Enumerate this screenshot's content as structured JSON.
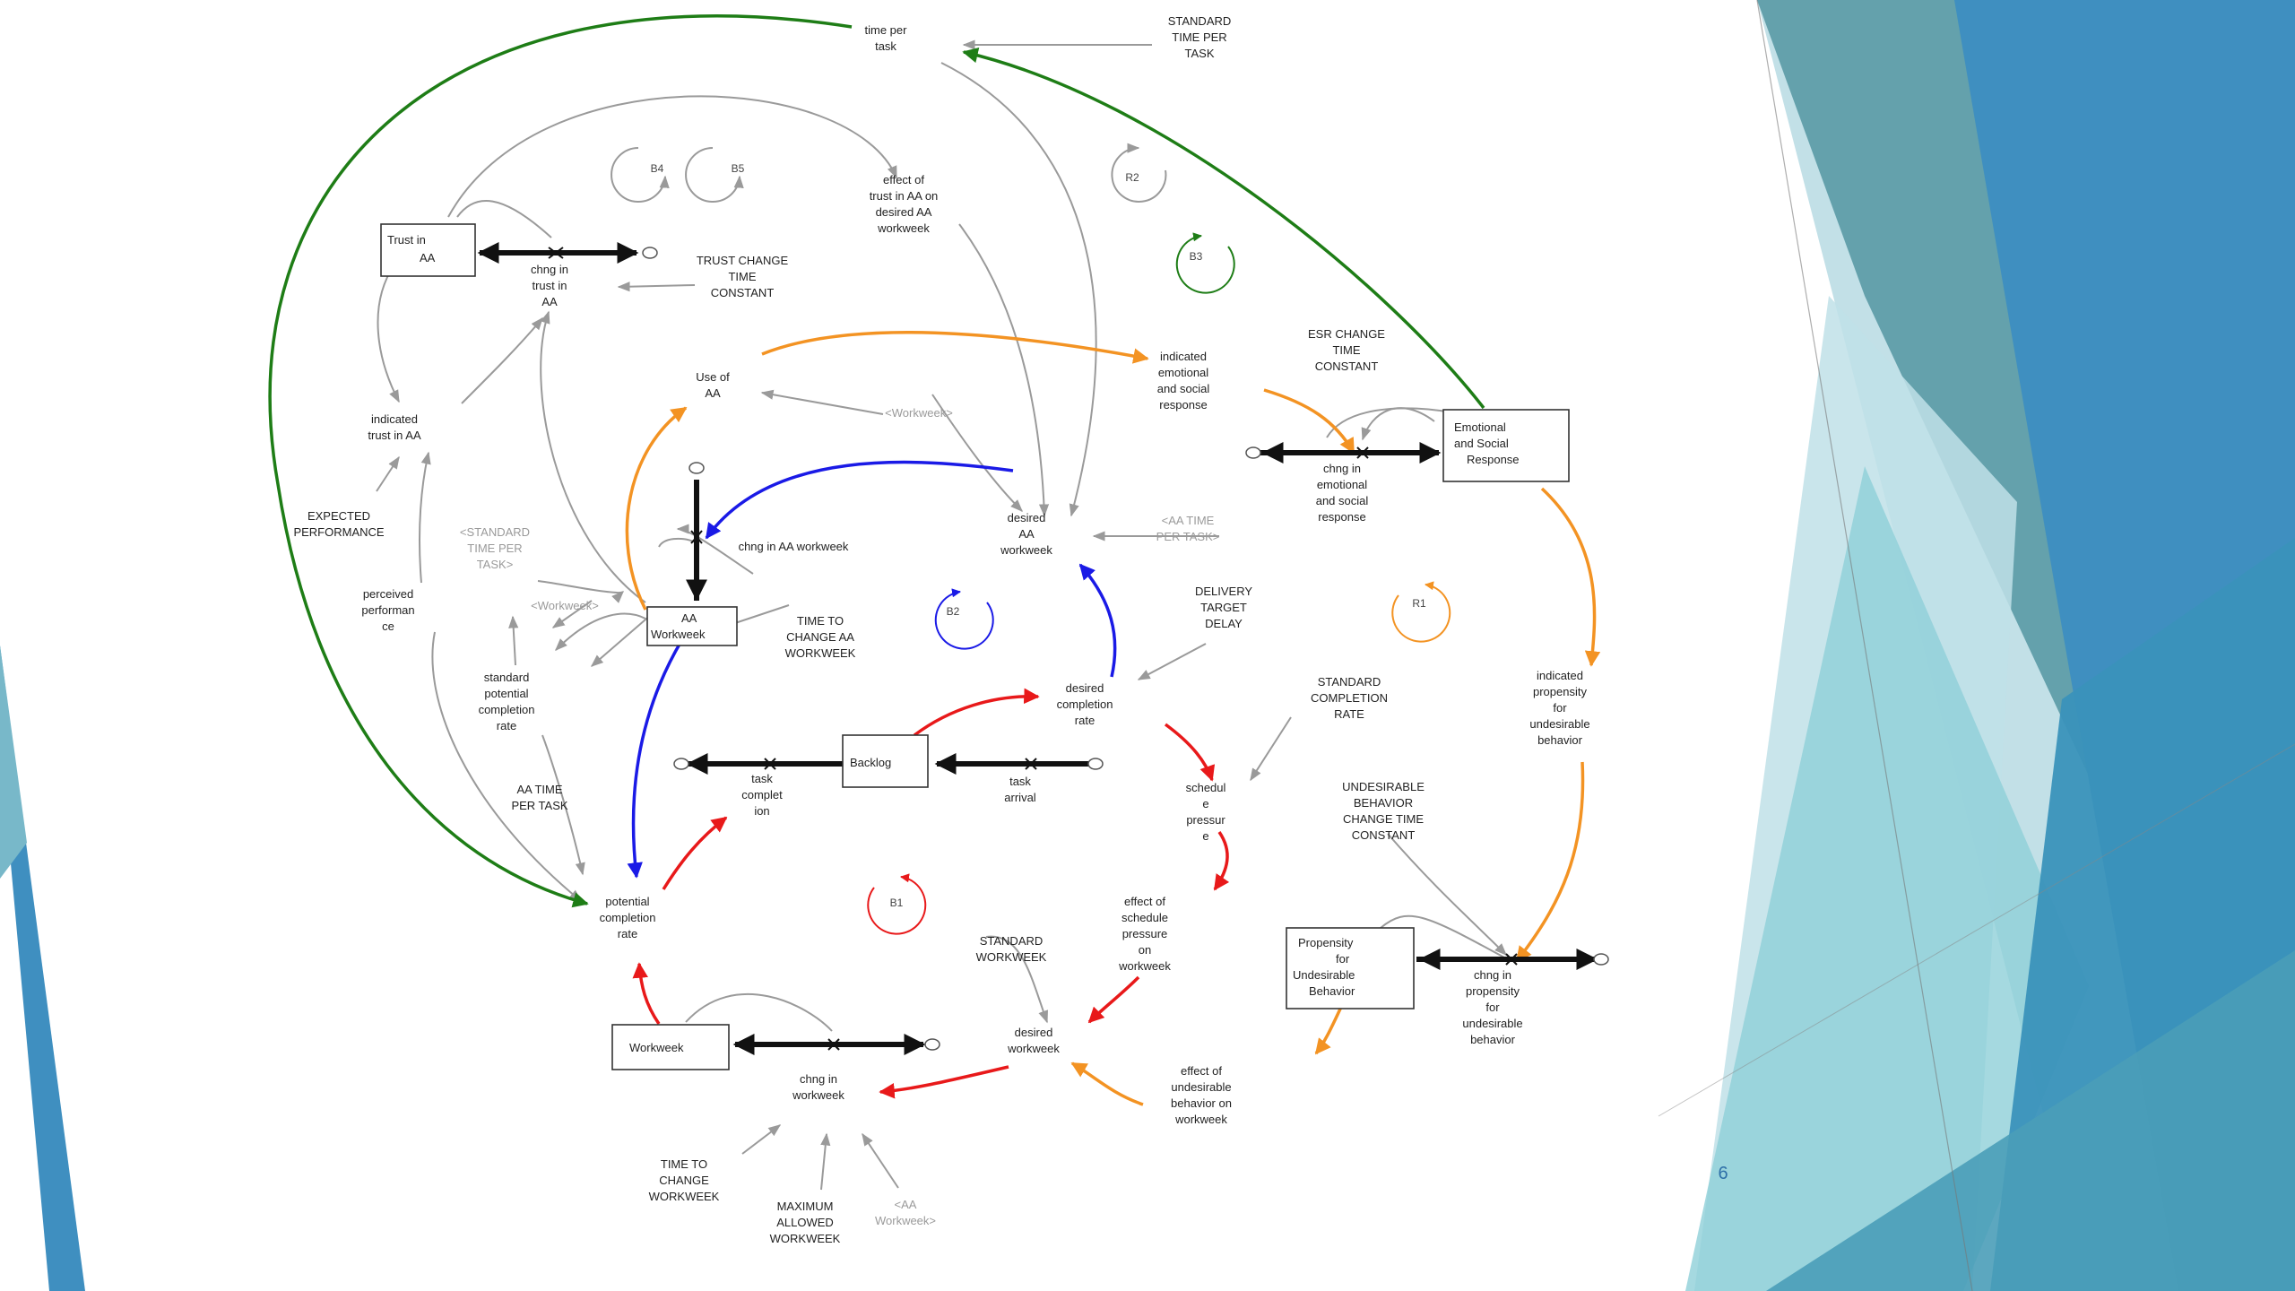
{
  "slide": {
    "page_number": "6"
  },
  "colors": {
    "reinforcing_red": "#e8191a",
    "balancing_blue": "#1a1ae6",
    "emotional_orange": "#f39323",
    "time_green": "#1e7d16",
    "link_gray": "#9a9a9a",
    "flow_black": "#111111",
    "deco_teal": "#4fa3b8",
    "deco_blue": "#3f8fc0"
  },
  "stocks": {
    "trust_in_aa": [
      "Trust in",
      "AA"
    ],
    "aa_workweek": [
      "AA",
      "Workweek"
    ],
    "backlog": [
      "Backlog"
    ],
    "workweek": [
      "Workweek"
    ],
    "emotional_social_response": [
      "Emotional",
      "and Social",
      "Response"
    ],
    "propensity": [
      "Propensity",
      "for",
      "Undesirable",
      "Behavior"
    ]
  },
  "variables": {
    "time_per_task": [
      "time per",
      "task"
    ],
    "standard_time_per_task": [
      "STANDARD",
      "TIME PER",
      "TASK"
    ],
    "effect_trust": [
      "effect of",
      "trust in AA on",
      "desired AA",
      "workweek"
    ],
    "chng_trust": [
      "chng in",
      "trust in",
      "AA"
    ],
    "trust_change_tc": [
      "TRUST CHANGE",
      "TIME",
      "CONSTANT"
    ],
    "indicated_trust": [
      "indicated",
      "trust in AA"
    ],
    "expected_performance": [
      "EXPECTED",
      "PERFORMANCE"
    ],
    "use_of_aa": [
      "Use of",
      "AA"
    ],
    "workweek_ghost_1": [
      "<Workweek>"
    ],
    "indicated_esr": [
      "indicated",
      "emotional",
      "and social",
      "response"
    ],
    "esr_change_tc": [
      "ESR CHANGE",
      "TIME",
      "CONSTANT"
    ],
    "chng_esr": [
      "chng in",
      "emotional",
      "and social",
      "response"
    ],
    "desired_aa_workweek": [
      "desired",
      "AA",
      "workweek"
    ],
    "aa_time_per_task_ghost": [
      "<AA TIME",
      "PER TASK>"
    ],
    "chng_aa_workweek": [
      "chng in AA workweek"
    ],
    "time_to_change_aa": [
      "TIME TO",
      "CHANGE AA",
      "WORKWEEK"
    ],
    "standard_time_ghost": [
      "<STANDARD",
      "TIME PER",
      "TASK>"
    ],
    "workweek_ghost_2": [
      "<Workweek>"
    ],
    "perceived_performance": [
      "perceived",
      "performan",
      "ce"
    ],
    "standard_potential_rate": [
      "standard",
      "potential",
      "completion",
      "rate"
    ],
    "delivery_target_delay": [
      "DELIVERY",
      "TARGET",
      "DELAY"
    ],
    "desired_completion_rate": [
      "desired",
      "completion",
      "rate"
    ],
    "standard_completion_rate": [
      "STANDARD",
      "COMPLETION",
      "RATE"
    ],
    "indicated_propensity": [
      "indicated",
      "propensity",
      "for",
      "undesirable",
      "behavior"
    ],
    "task_completion": [
      "task",
      "complet",
      "ion"
    ],
    "task_arrival": [
      "task",
      "arrival"
    ],
    "schedule_pressure": [
      "schedul",
      "e",
      "pressur",
      "e"
    ],
    "aa_time_per_task": [
      "AA TIME",
      "PER TASK"
    ],
    "undesirable_tc": [
      "UNDESIRABLE",
      "BEHAVIOR",
      "CHANGE TIME",
      "CONSTANT"
    ],
    "potential_completion_rate": [
      "potential",
      "completion",
      "rate"
    ],
    "effect_schedule_pressure": [
      "effect of",
      "schedule",
      "pressure",
      "on",
      "workweek"
    ],
    "standard_workweek": [
      "STANDARD",
      "WORKWEEK"
    ],
    "chng_propensity": [
      "chng in",
      "propensity",
      "for",
      "undesirable",
      "behavior"
    ],
    "desired_workweek": [
      "desired",
      "workweek"
    ],
    "chng_workweek": [
      "chng in",
      "workweek"
    ],
    "effect_undesirable": [
      "effect of",
      "undesirable",
      "behavior on",
      "workweek"
    ],
    "time_to_change_workweek": [
      "TIME TO",
      "CHANGE",
      "WORKWEEK"
    ],
    "maximum_allowed_workweek": [
      "MAXIMUM",
      "ALLOWED",
      "WORKWEEK"
    ],
    "aa_workweek_ghost": [
      "<AA",
      "Workweek>"
    ]
  },
  "loops": {
    "b4": "B4",
    "b5": "B5",
    "r2": "R2",
    "b3": "B3",
    "b2": "B2",
    "r1": "R1",
    "b1": "B1"
  }
}
